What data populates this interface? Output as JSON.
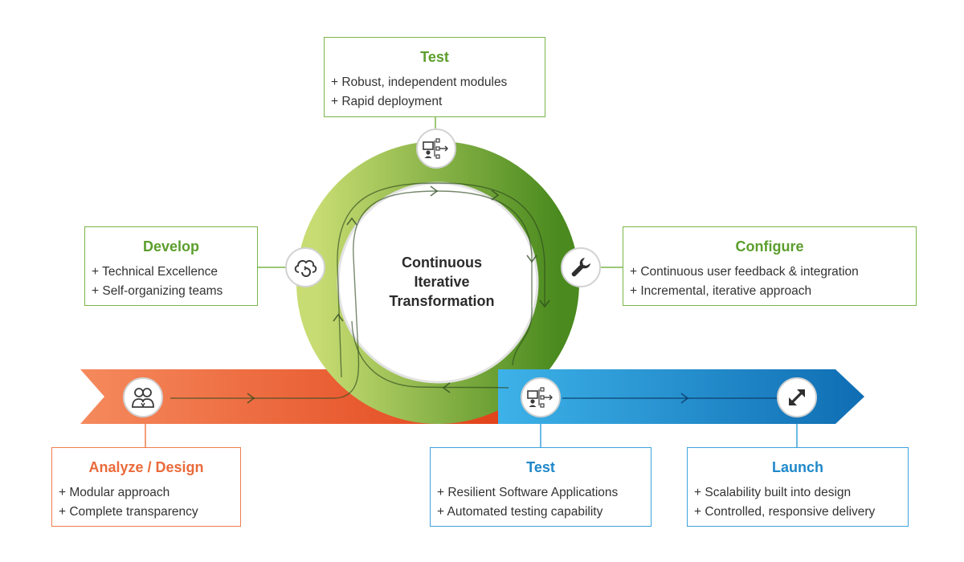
{
  "center": {
    "line1": "Continuous",
    "line2": "Iterative",
    "line3": "Transformation"
  },
  "boxes": {
    "test_top": {
      "title": "Test",
      "items": [
        "+ Robust, independent modules",
        "+ Rapid deployment"
      ]
    },
    "develop": {
      "title": "Develop",
      "items": [
        "+ Technical Excellence",
        "+ Self-organizing teams"
      ]
    },
    "configure": {
      "title": "Configure",
      "items": [
        "+ Continuous user feedback & integration",
        "+ Incremental, iterative approach"
      ]
    },
    "analyze": {
      "title": "Analyze / Design",
      "items": [
        "+ Modular approach",
        "+ Complete transparency"
      ]
    },
    "test_bottom": {
      "title": "Test",
      "items": [
        "+ Resilient Software Applications",
        "+ Automated testing capability"
      ]
    },
    "launch": {
      "title": "Launch",
      "items": [
        "+ Scalability built into design",
        "+ Controlled, responsive delivery"
      ]
    }
  },
  "icons": {
    "test_top": "test-workflow-icon",
    "develop": "cloud-sync-icon",
    "configure": "wrench-icon",
    "analyze": "analyst-people-icon",
    "test_bottom": "test-workflow-icon",
    "launch": "expand-arrow-icon"
  },
  "colors": {
    "green_dark": "#4e8c22",
    "green_light": "#c2d96a",
    "orange": "#e8461c",
    "orange_light": "#f58a5d",
    "blue": "#0f6fb5",
    "blue_light": "#3db2e8"
  }
}
